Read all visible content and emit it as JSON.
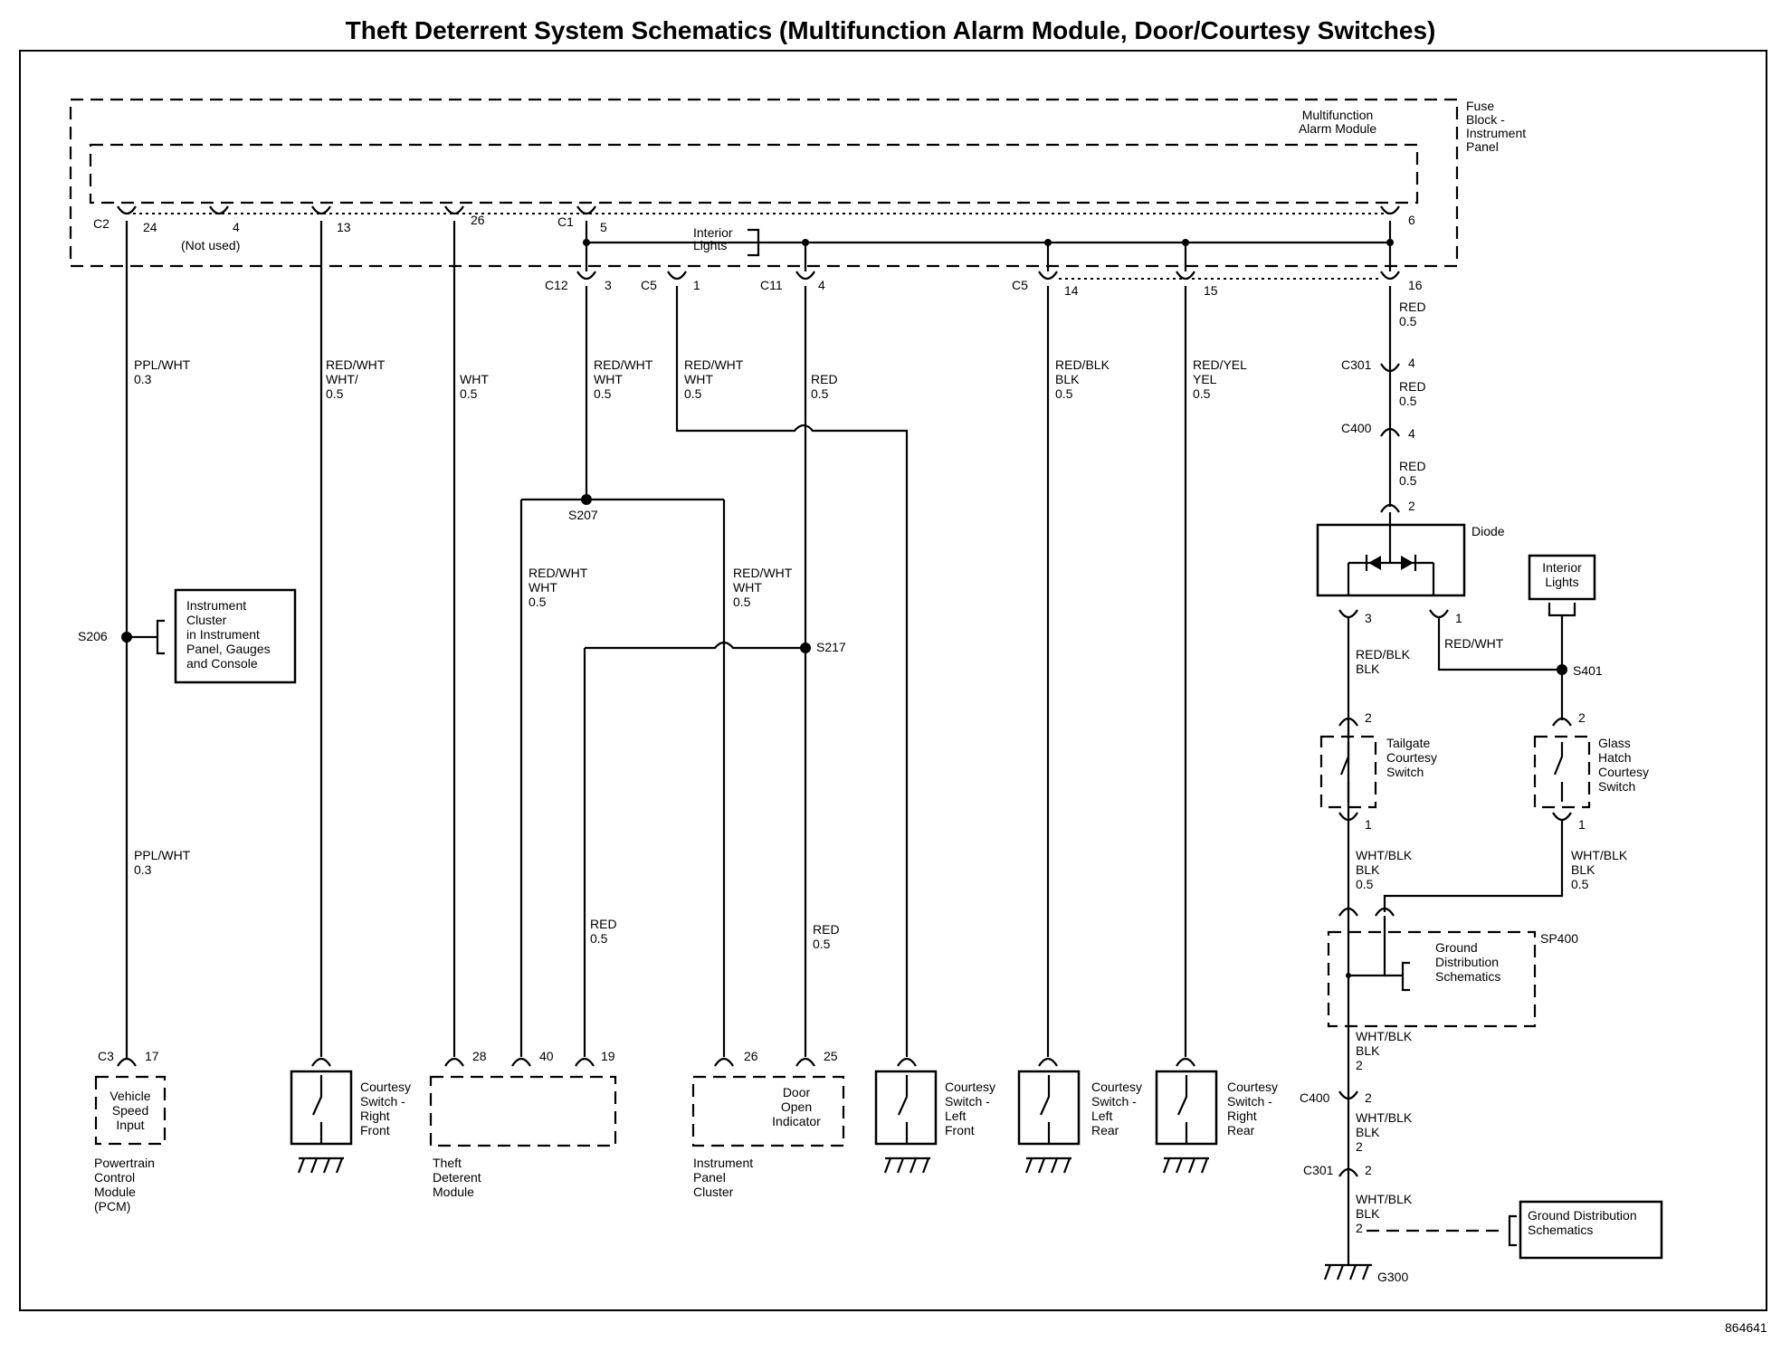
{
  "title": "Theft Deterrent System Schematics (Multifunction Alarm Module, Door/Courtesy Switches)",
  "figure_code": "864641",
  "fuse_block_label": "Fuse Block - Instrument Panel",
  "alarm_module_label": "Multifunction Alarm Module",
  "interior_lights_label": "Interior Lights",
  "not_used": "(Not used)",
  "wires": {
    "ppl_wht": "PPL/WHT",
    "red_wht": "RED/WHT",
    "wht": "WHT",
    "red": "RED",
    "red_blk": "RED/BLK",
    "red_yel": "RED/YEL",
    "wht_blk": "WHT/BLK",
    "g03": "0.3",
    "g05": "0.5",
    "g2": "2"
  },
  "connectors": {
    "c1": "C1",
    "c2": "C2",
    "c3": "C3",
    "c5": "C5",
    "c11": "C11",
    "c12": "C12",
    "c301": "C301",
    "c400": "C400"
  },
  "splices": {
    "s206": "S206",
    "s207": "S207",
    "s217": "S217",
    "s401": "S401",
    "sp400": "SP400",
    "g300": "G300"
  },
  "pins": {
    "p1": "1",
    "p2": "2",
    "p3": "3",
    "p4": "4",
    "p5": "5",
    "p6": "6",
    "p13": "13",
    "p14": "14",
    "p15": "15",
    "p16": "16",
    "p17": "17",
    "p19": "19",
    "p24": "24",
    "p25": "25",
    "p26": "26",
    "p28": "28",
    "p40": "40"
  },
  "components": {
    "instrument_cluster_ref": "Instrument Cluster in Instrument Panel, Gauges and Console",
    "vehicle_speed_input": "Vehicle Speed Input",
    "pcm": "Powertrain Control Module (PCM)",
    "courtesy_rf": "Courtesy Switch - Right Front",
    "theft_module": "Theft Deterent Module",
    "door_open_indicator": "Door Open Indicator",
    "ip_cluster": "Instrument Panel Cluster",
    "courtesy_lf": "Courtesy Switch - Left Front",
    "courtesy_lr": "Courtesy Switch - Left Rear",
    "courtesy_rr": "Courtesy Switch - Right Rear",
    "diode": "Diode",
    "interior_lights_box": "Interior Lights",
    "tailgate_switch": "Tailgate Courtesy Switch",
    "glass_hatch_switch": "Glass Hatch Courtesy Switch",
    "ground_dist_1": "Ground Distribution Schematics",
    "ground_dist_2": "Ground Distribution Schematics"
  }
}
